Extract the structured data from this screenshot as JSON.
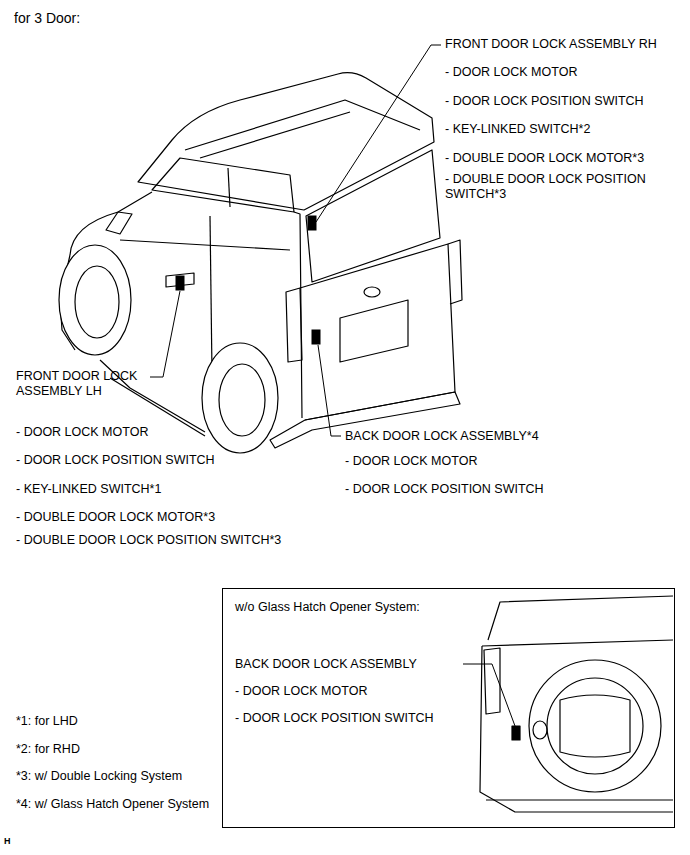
{
  "diagram": {
    "title": "for 3 Door:",
    "nodes": [
      {
        "text": [
          "w/o Glass Hatch Opener System:",
          "BACK DOOR LOCK ASSEMBLY",
          "- DOOR LOCK MOTOR",
          "- DOOR LOCK POSITION SWITCH"
        ]
      }
    ],
    "labels": [
      "FRONT DOOR LOCK ASSEMBLY RH",
      "- DOOR LOCK MOTOR",
      "- DOOR LOCK POSITION SWITCH",
      "- KEY-LINKED SWITCH*2",
      "- DOUBLE DOOR LOCK MOTOR*3",
      "- DOUBLE DOOR LOCK POSITION SWITCH*3",
      "FRONT DOOR LOCK ASSEMBLY LH",
      "- DOOR LOCK MOTOR",
      "- DOOR LOCK POSITION SWITCH",
      "- KEY-LINKED SWITCH*1",
      "- DOUBLE DOOR LOCK MOTOR*3",
      "- DOUBLE DOOR LOCK POSITION SWITCH*3",
      "BACK DOOR LOCK ASSEMBLY*4",
      "- DOOR LOCK MOTOR",
      "- DOOR LOCK POSITION SWITCH",
      "*1: for LHD",
      "*2: for RHD",
      "*3: w/ Double Locking System",
      "*4: w/ Glass Hatch Opener System",
      "H"
    ]
  }
}
